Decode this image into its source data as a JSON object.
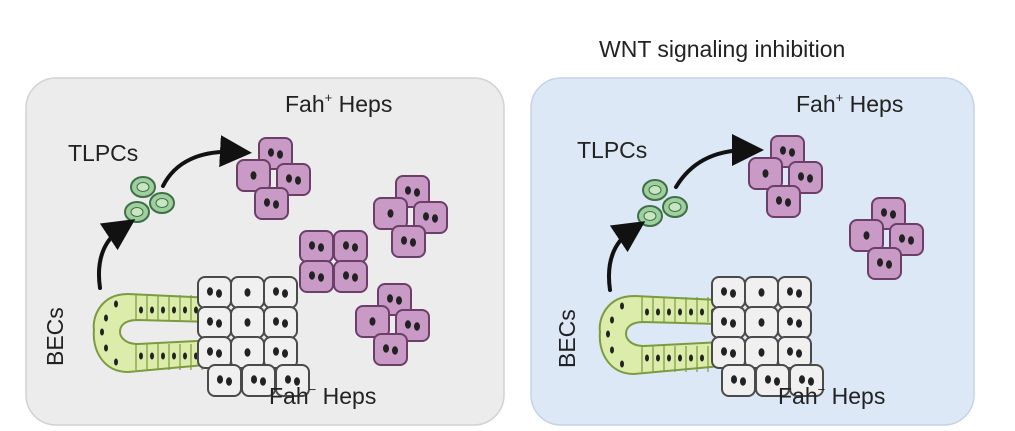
{
  "panels": [
    {
      "id": "control",
      "heading": "",
      "background": "#ececec",
      "border": "#d2d2d2",
      "labels": {
        "progenitors": "TLPCs",
        "biliary": "BECs",
        "fah_pos_base": "Fah",
        "fah_pos_sup": "+",
        "fah_neg_base": "Fah",
        "fah_neg_sup": "−",
        "heps": "Heps"
      }
    },
    {
      "id": "wnt_inhibition",
      "heading": "WNT signaling inhibition",
      "background": "#dce8f5",
      "border": "#c4d4e6",
      "labels": {
        "progenitors": "TLPCs",
        "biliary": "BECs",
        "fah_pos_base": "Fah",
        "fah_pos_sup": "+",
        "fah_neg_base": "Fah",
        "fah_neg_sup": "−",
        "heps": "Heps"
      }
    }
  ],
  "colors": {
    "fah_pos_fill": "#c99ac6",
    "fah_pos_stroke": "#6c3f69",
    "fah_neg_fill": "#f0f0f0",
    "fah_neg_stroke": "#4a4a4a",
    "bec_fill": "#dcecaa",
    "bec_stroke": "#7c9a40",
    "tlpc_fill": "#9fcf9f",
    "tlpc_stroke": "#3f6f45",
    "nucleus": "#222222",
    "arrow": "#111111"
  },
  "icons": [
    "fah-positive-hepatocyte-cluster-icon",
    "fah-negative-hepatocyte-cluster-icon",
    "bile-duct-icon",
    "tlpc-cell-icon",
    "curved-arrow-icon"
  ]
}
